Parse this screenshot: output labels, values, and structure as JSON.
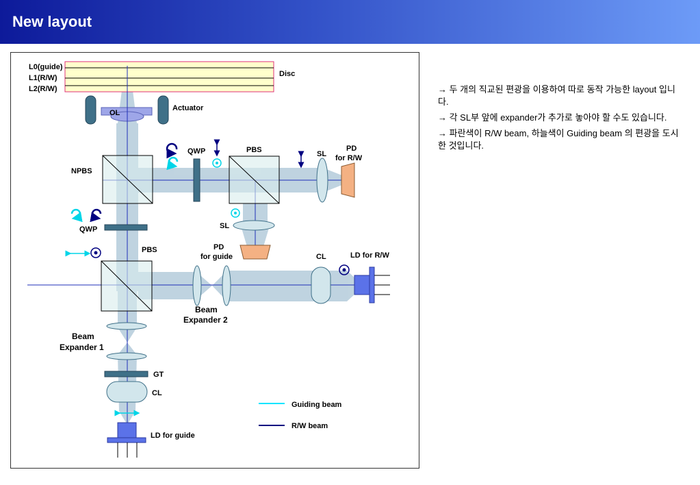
{
  "slide": {
    "title": "New layout"
  },
  "labels": {
    "l0": "L0(guide)",
    "l1": "L1(R/W)",
    "l2": "L2(R/W)",
    "disc": "Disc",
    "ol": "OL",
    "actuator": "Actuator",
    "npbs": "NPBS",
    "qwp_top": "QWP",
    "pbs_top": "PBS",
    "sl_right": "SL",
    "pd_rw_1": "PD",
    "pd_rw_2": "for R/W",
    "sl_mid": "SL",
    "qwp_left": "QWP",
    "pbs_mid": "PBS",
    "pd_guide_1": "PD",
    "pd_guide_2": "for guide",
    "cl_right": "CL",
    "ld_rw": "LD for R/W",
    "be2_1": "Beam",
    "be2_2": "Expander 2",
    "be1_1": "Beam",
    "be1_2": "Expander 1",
    "gt": "GT",
    "cl_bottom": "CL",
    "ld_guide": "LD for guide"
  },
  "legend": {
    "guiding": {
      "label": "Guiding beam",
      "color": "#00e5ff"
    },
    "rw": {
      "label": "R/W beam",
      "color": "#000080"
    }
  },
  "notes": [
    "→ 두 개의 직교된 편광을 이용하여 따로 동작 가능한 layout 입니다.",
    "→ 각 SL부 앞에 expander가 추가로 놓아야 할 수도 있습니다.",
    "→ 파란색이 R/W beam, 하늘색이 Guiding beam 의 편광을 도시한 것입니다."
  ],
  "colors": {
    "beam_fill": "#b9cfdd",
    "element_fill": "#3f7088",
    "disc_fill": "#ffffcc",
    "disc_border": "#e0307a",
    "pd_fill": "#f4b183",
    "ld_fill": "#5b72e8",
    "cube_fill": "#d8ecec",
    "axis_line": "#1f2fb8"
  }
}
